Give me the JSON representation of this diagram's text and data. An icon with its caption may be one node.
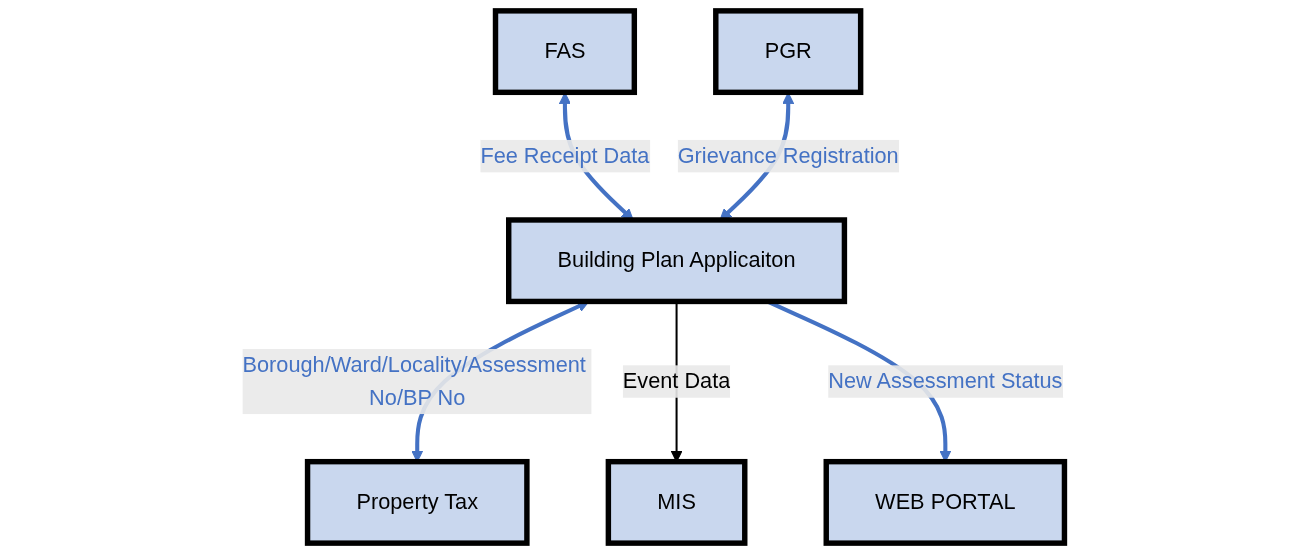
{
  "diagram": {
    "nodes": [
      {
        "text": [
          "Property Tax"
        ]
      },
      {
        "text": [
          "FAS"
        ]
      },
      {
        "text": [
          "Building Plan Applicaiton"
        ]
      },
      {
        "text": [
          "MIS"
        ]
      },
      {
        "text": [
          "WEB PORTAL"
        ]
      },
      {
        "text": [
          "PGR"
        ]
      }
    ],
    "edges": [
      {
        "from": 2,
        "to": 0,
        "arrow": "both",
        "label": "Borough/Ward/Locality/Assessment No/BP No"
      },
      {
        "from": 1,
        "to": 2,
        "arrow": "both",
        "label": "Fee Receipt Data"
      },
      {
        "from": 2,
        "to": 3,
        "arrow": "to",
        "label": "Event Data",
        "color": "#000000"
      },
      {
        "from": 2,
        "to": 4,
        "arrow": "to",
        "label": "New Assessment Status"
      },
      {
        "from": 5,
        "to": 2,
        "arrow": "both",
        "label": "Grievance Registration"
      }
    ]
  }
}
